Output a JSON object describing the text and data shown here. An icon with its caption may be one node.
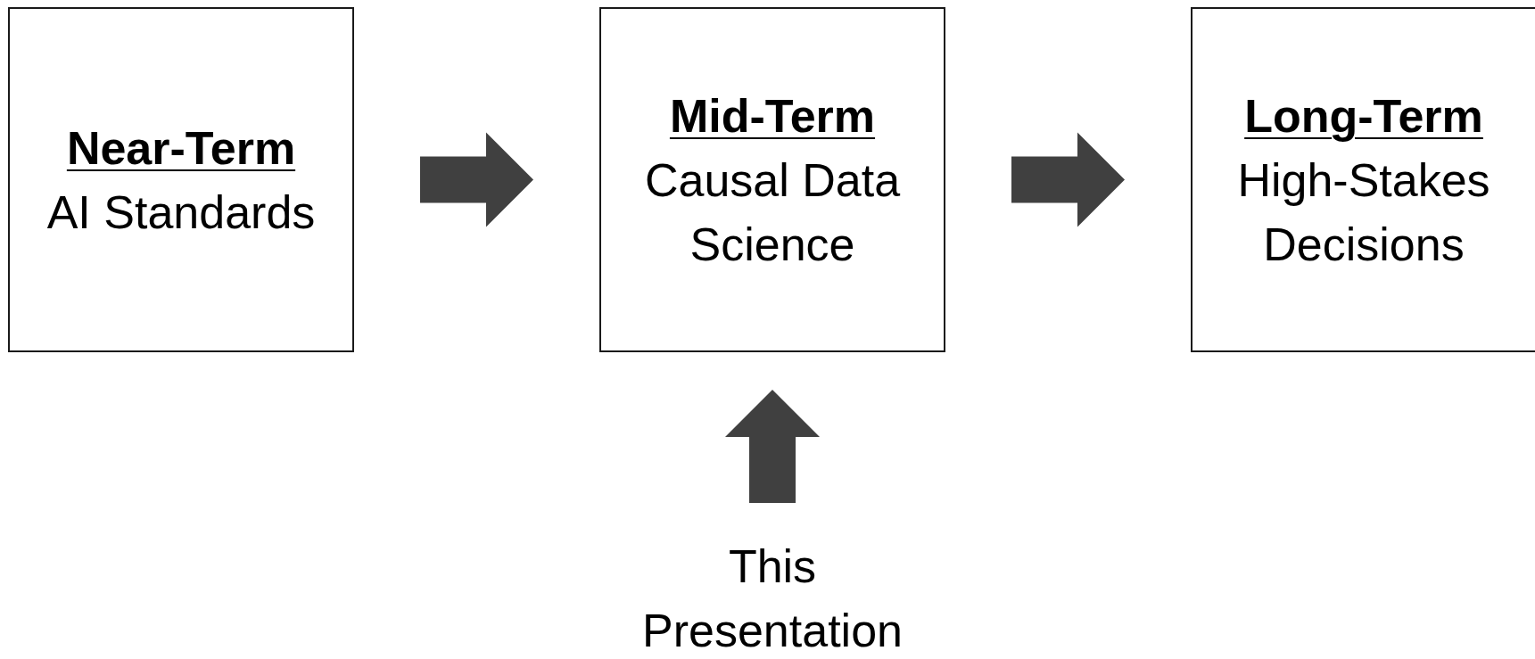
{
  "diagram": {
    "nodes": [
      {
        "text": [
          "Near-Term",
          "AI Standards"
        ]
      },
      {
        "text": [
          "Mid-Term",
          "Causal Data Science"
        ]
      },
      {
        "text": [
          "Long-Term",
          "High-Stakes Decisions"
        ]
      },
      {
        "text": [
          "This Presentation"
        ]
      }
    ],
    "edges": [
      {
        "from": 0,
        "to": 1,
        "arrow": "to",
        "style": "thick"
      },
      {
        "from": 1,
        "to": 2,
        "arrow": "to",
        "style": "thick"
      },
      {
        "from": 3,
        "to": 1,
        "arrow": "to",
        "style": "thick"
      }
    ]
  }
}
